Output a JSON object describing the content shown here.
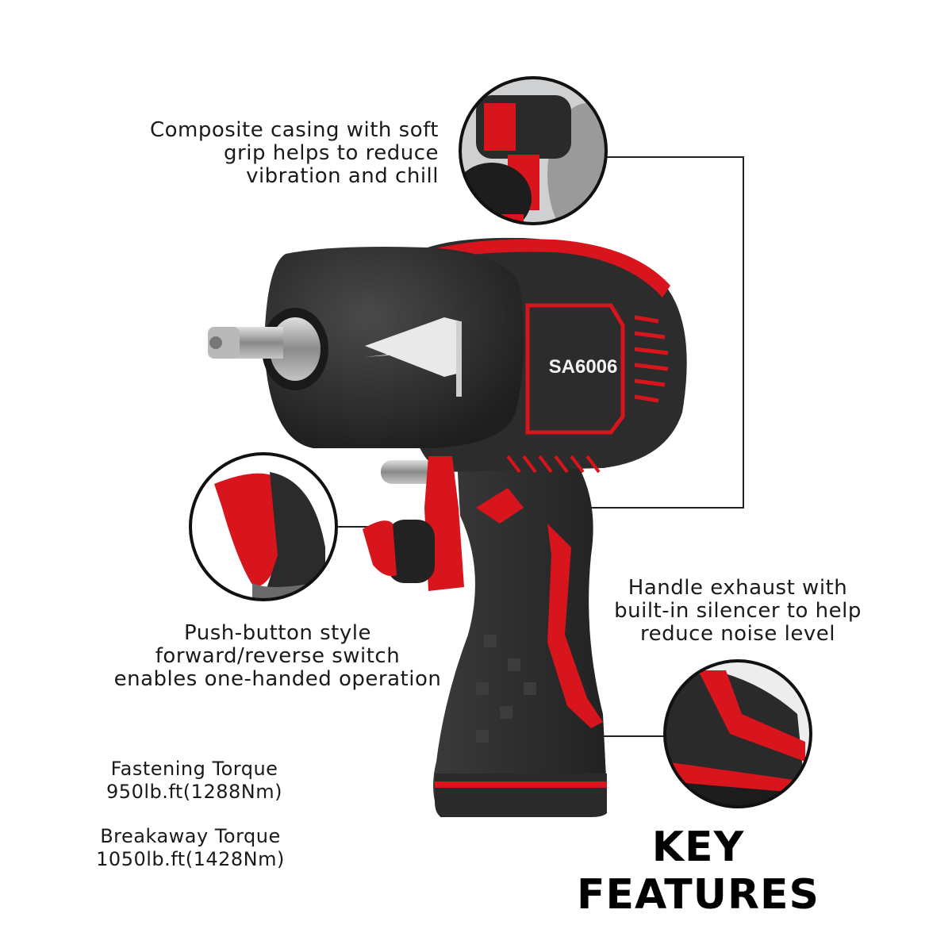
{
  "features": {
    "casing": "Composite casing with soft\ngrip helps to reduce\nvibration and chill",
    "exhaust": "Handle exhaust with\nbuilt-in silencer to help\nreduce noise level",
    "switch": "Push-button style\nforward/reverse switch\nenables one-handed operation"
  },
  "specs": {
    "fastening_label": "Fastening Torque",
    "fastening_value": "950lb.ft(1288Nm)",
    "breakaway_label": "Breakaway Torque",
    "breakaway_value": "1050lb.ft(1428Nm)"
  },
  "product_model": "SA6006",
  "heading": "KEY FEATURES",
  "colors": {
    "accent": "#d8141c",
    "body": "#2b2b2b",
    "callout_line": "#222222"
  }
}
